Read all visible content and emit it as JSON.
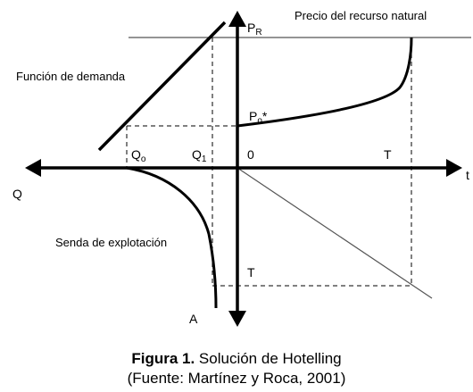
{
  "figure": {
    "labels": {
      "pr": "P",
      "pr_sub": "R",
      "price_title": "Precio del recurso natural",
      "demand": "Función de demanda",
      "p0": "P",
      "p0_sub": "o",
      "p0_star": "*",
      "q0": "Q",
      "q0_sub": "o",
      "q1": "Q",
      "q1_sub": "1",
      "zero": "0",
      "t_axis": "T",
      "q_axis": "Q",
      "t_right": "t",
      "path": "Senda de explotación",
      "t_lower": "T",
      "a": "A"
    }
  },
  "caption": {
    "label": "Figura 1.",
    "title": " Solución de Hotelling",
    "source": "(Fuente: Martínez y Roca, 2001)"
  },
  "colors": {
    "line": "#000000",
    "thin_line": "#555555",
    "background": "#ffffff"
  }
}
